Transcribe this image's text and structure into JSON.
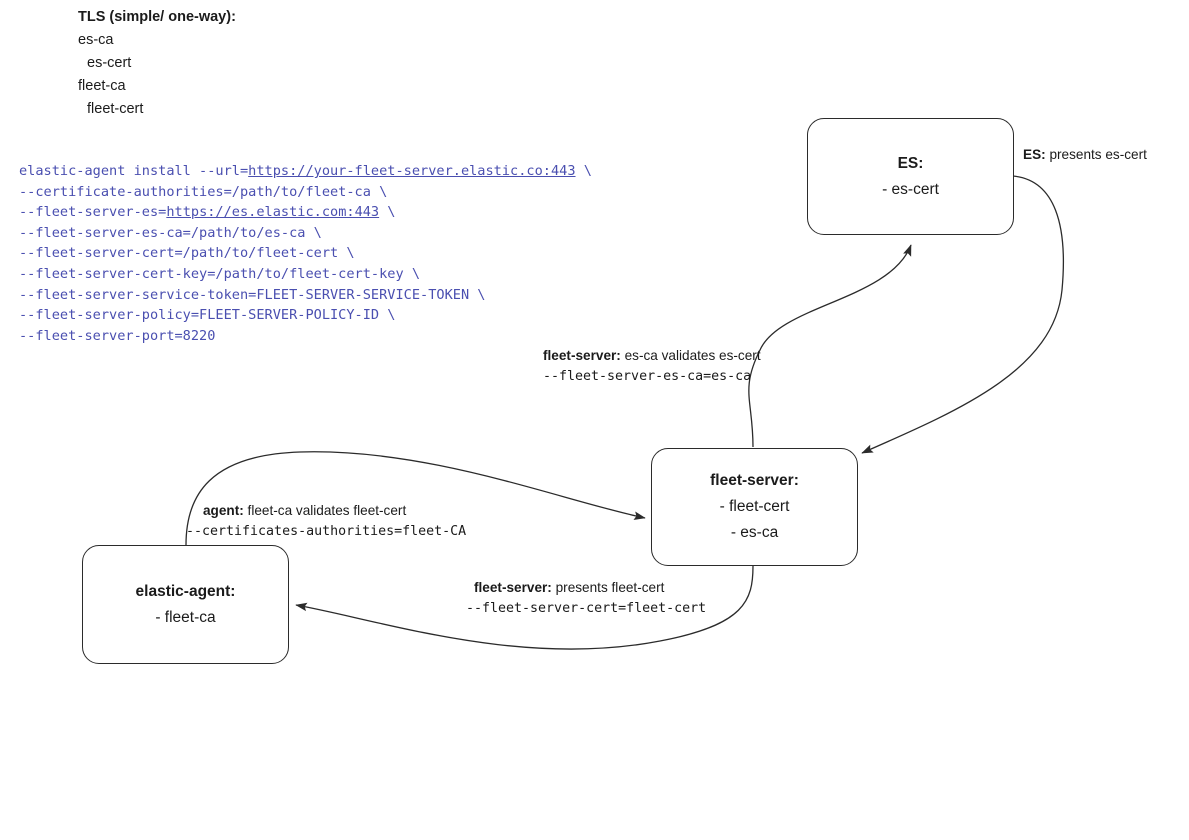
{
  "legend": {
    "title": "TLS (simple/ one-way):",
    "items": [
      {
        "text": "es-ca",
        "indent": 0
      },
      {
        "text": "es-cert",
        "indent": 1
      },
      {
        "text": "fleet-ca",
        "indent": 0
      },
      {
        "text": "fleet-cert",
        "indent": 1
      }
    ]
  },
  "command": {
    "lines": [
      [
        {
          "t": "elastic-agent install --url=",
          "link": false
        },
        {
          "t": "https://your-fleet-server.elastic.co:443",
          "link": true
        },
        {
          "t": " \\",
          "link": false
        }
      ],
      [
        {
          "t": "--certificate-authorities=/path/to/fleet-ca \\",
          "link": false
        }
      ],
      [
        {
          "t": "--fleet-server-es=",
          "link": false
        },
        {
          "t": "https://es.elastic.com:443",
          "link": true
        },
        {
          "t": " \\",
          "link": false
        }
      ],
      [
        {
          "t": "--fleet-server-es-ca=/path/to/es-ca \\",
          "link": false
        }
      ],
      [
        {
          "t": "--fleet-server-cert=/path/to/fleet-cert \\",
          "link": false
        }
      ],
      [
        {
          "t": "--fleet-server-cert-key=/path/to/fleet-cert-key \\",
          "link": false
        }
      ],
      [
        {
          "t": "--fleet-server-service-token=FLEET-SERVER-SERVICE-TOKEN \\",
          "link": false
        }
      ],
      [
        {
          "t": "--fleet-server-policy=FLEET-SERVER-POLICY-ID \\",
          "link": false
        }
      ],
      [
        {
          "t": "--fleet-server-port=8220",
          "link": false
        }
      ]
    ]
  },
  "nodes": {
    "es": {
      "title": "ES:",
      "lines": [
        "- es-cert"
      ]
    },
    "fleet_server": {
      "title": "fleet-server:",
      "lines": [
        "- fleet-cert",
        "- es-ca"
      ]
    },
    "elastic_agent": {
      "title": "elastic-agent:",
      "lines": [
        "- fleet-ca"
      ]
    }
  },
  "edges": {
    "es_presents": {
      "bold": "ES:",
      "rest": " presents es-cert"
    },
    "fleet_validates": {
      "bold": "fleet-server:",
      "rest": " es-ca validates es-cert",
      "mono": "--fleet-server-es-ca=es-ca"
    },
    "agent_validates": {
      "bold": "agent:",
      "rest": " fleet-ca validates fleet-cert",
      "mono": "--certificates-authorities=fleet-CA"
    },
    "fleet_presents": {
      "bold": "fleet-server:",
      "rest": " presents fleet-cert",
      "mono": "--fleet-server-cert=fleet-cert"
    }
  },
  "colors": {
    "command_text": "#4a4fb0",
    "box_border": "#2b2b2b",
    "edge_stroke": "#2b2b2b",
    "text": "#1b1b1b",
    "background": "#ffffff"
  }
}
